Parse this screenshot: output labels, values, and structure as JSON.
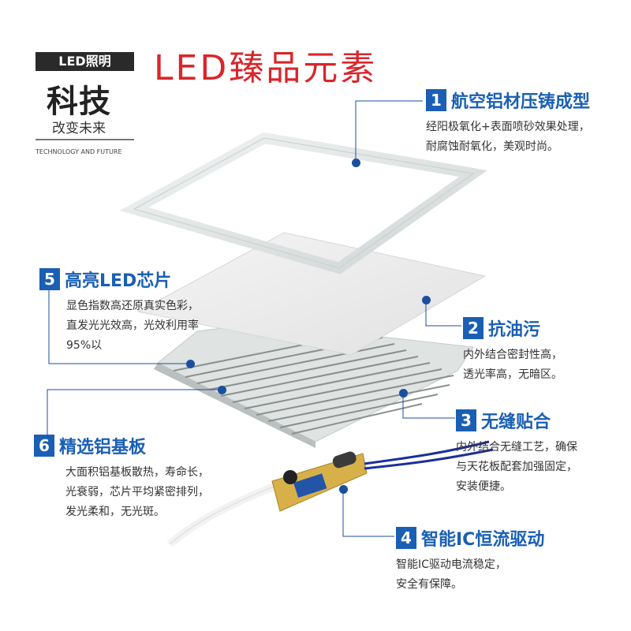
{
  "logo": {
    "top": "LED照明",
    "big": "科技",
    "sub": "改变未来",
    "en": "TECHNOLOGY AND FUTURE"
  },
  "title": "LED臻品元素",
  "features": [
    {
      "num": "1",
      "label": "航空铝材压铸成型",
      "desc": [
        "经阳极氧化+表面喷砂效果处理，",
        "耐腐蚀耐氧化，美观时尚。"
      ]
    },
    {
      "num": "2",
      "label": "抗油污",
      "desc": [
        "内外结合密封性高，",
        "透光率高，无暗区。"
      ]
    },
    {
      "num": "3",
      "label": "无缝贴合",
      "desc": [
        "内外结合无缝工艺，确保",
        "与天花板配套加强固定，",
        "安装便捷。"
      ]
    },
    {
      "num": "4",
      "label": "智能IC恒流驱动",
      "desc": [
        "智能IC驱动电流稳定，",
        "安全有保障。"
      ]
    },
    {
      "num": "5",
      "label": "高亮LED芯片",
      "desc": [
        "显色指数高还原真实色彩，",
        "直发光光效高，光效利用率",
        "95%以"
      ]
    },
    {
      "num": "6",
      "label": "精选铝基板",
      "desc": [
        "大面积铝基板散热，寿命长，",
        "光衰弱，芯片平均紧密排列，",
        "发光柔和，无光斑。"
      ]
    }
  ],
  "colors": {
    "accent": "#1a5fb4",
    "title": "#d8262c"
  }
}
